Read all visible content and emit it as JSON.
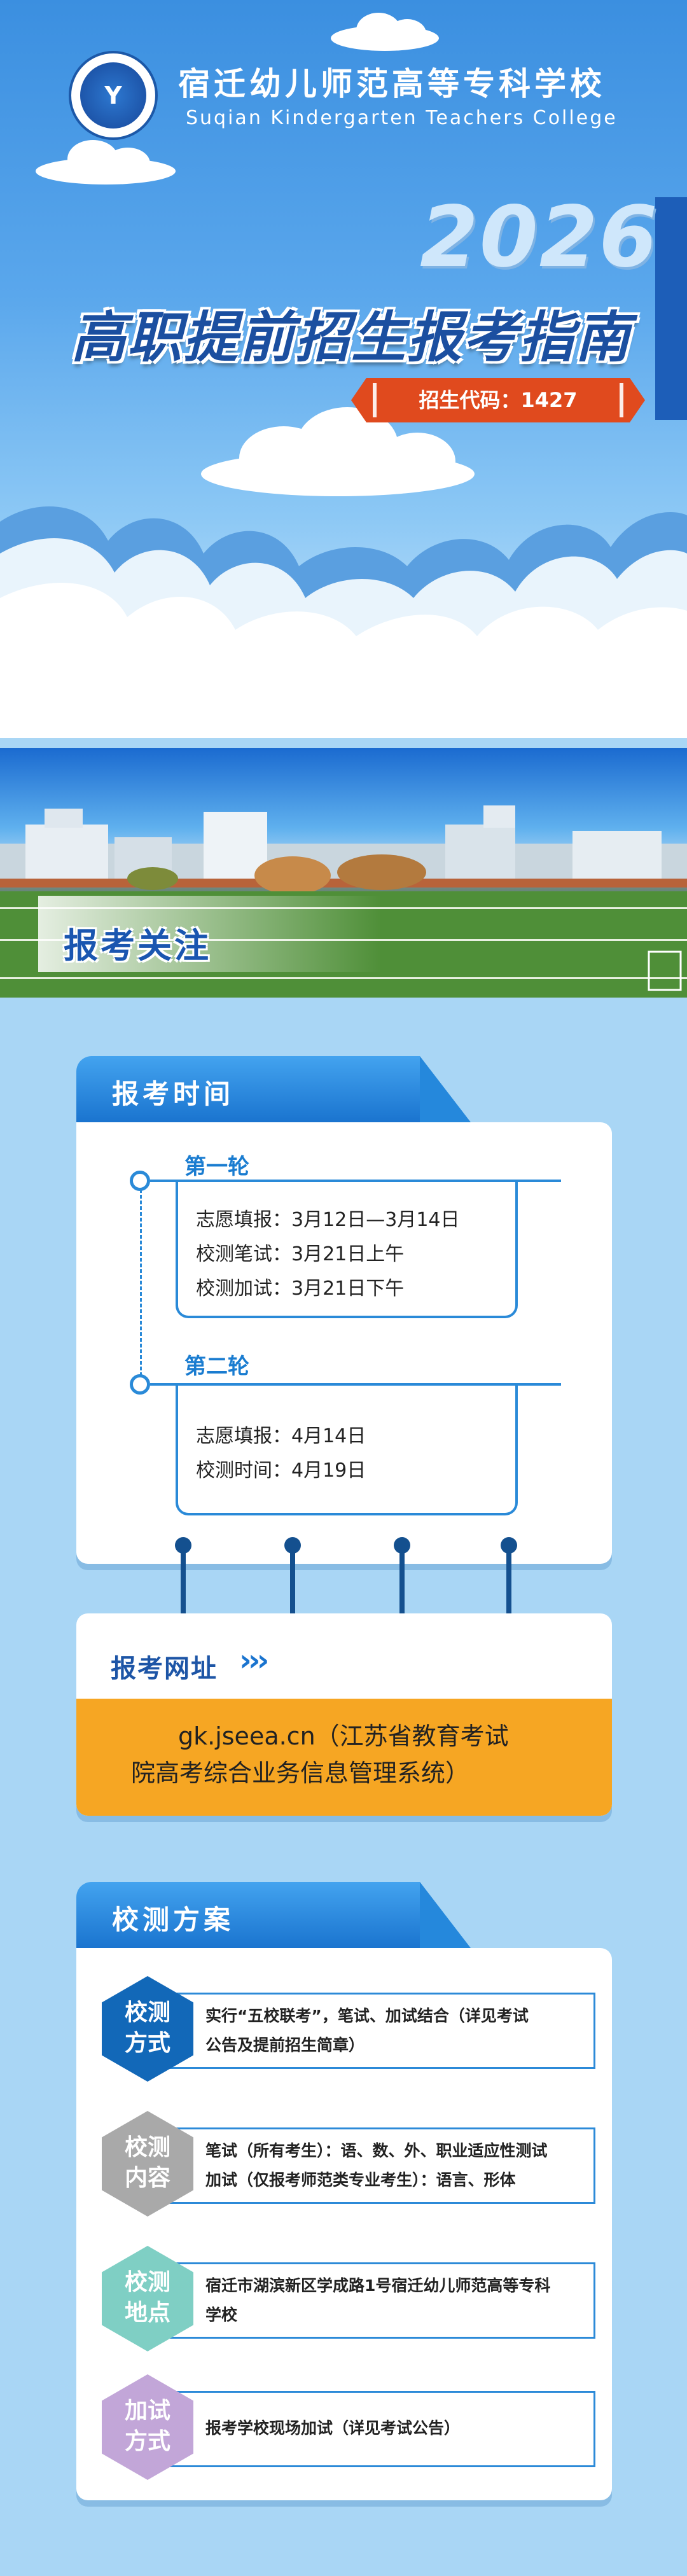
{
  "header": {
    "school_name_cn": "宿迁幼儿师范高等专科学校",
    "school_name_en": "Suqian Kindergarten Teachers College",
    "year": "2026",
    "title": "高职提前招生报考指南",
    "enroll_code": "招生代码：1427"
  },
  "focus": {
    "label": "报考关注"
  },
  "time_section": {
    "tab": "报考时间",
    "rounds": [
      {
        "title": "第一轮",
        "items": [
          "志愿填报：3月12日—3月14日",
          "校测笔试：3月21日上午",
          "校测加试：3月21日下午"
        ]
      },
      {
        "title": "第二轮",
        "items": [
          "志愿填报：4月14日",
          "校测时间：4月19日"
        ]
      }
    ]
  },
  "url_section": {
    "title": "报考网址",
    "arrows": "›››",
    "line1": "gk.jseea.cn（江苏省教育考试",
    "line2": "院高考综合业务信息管理系统）"
  },
  "plan_section": {
    "tab": "校测方案",
    "items": [
      {
        "hex_top": "校测",
        "hex_bottom": "方式",
        "color": "#1268b8",
        "lines": [
          "实行“五校联考”，笔试、加试结合（详见考试",
          "公告及提前招生简章）"
        ]
      },
      {
        "hex_top": "校测",
        "hex_bottom": "内容",
        "color": "#a9a9a9",
        "lines": [
          "笔试（所有考生）：语、数、外、职业适应性测试",
          "加试（仅报考师范类专业考生）：语言、形体"
        ]
      },
      {
        "hex_top": "校测",
        "hex_bottom": "地点",
        "color": "#7fcfc4",
        "lines": [
          "宿迁市湖滨新区学成路1号宿迁幼儿师范高等专科",
          "学校"
        ]
      },
      {
        "hex_top": "加试",
        "hex_bottom": "方式",
        "color": "#c2a6d8",
        "lines": [
          "报考学校现场加试（详见考试公告）"
        ]
      }
    ]
  },
  "colors": {
    "primary": "#1a74cf",
    "accent_orange": "#f6a623",
    "tag_red": "#e04a1e"
  }
}
